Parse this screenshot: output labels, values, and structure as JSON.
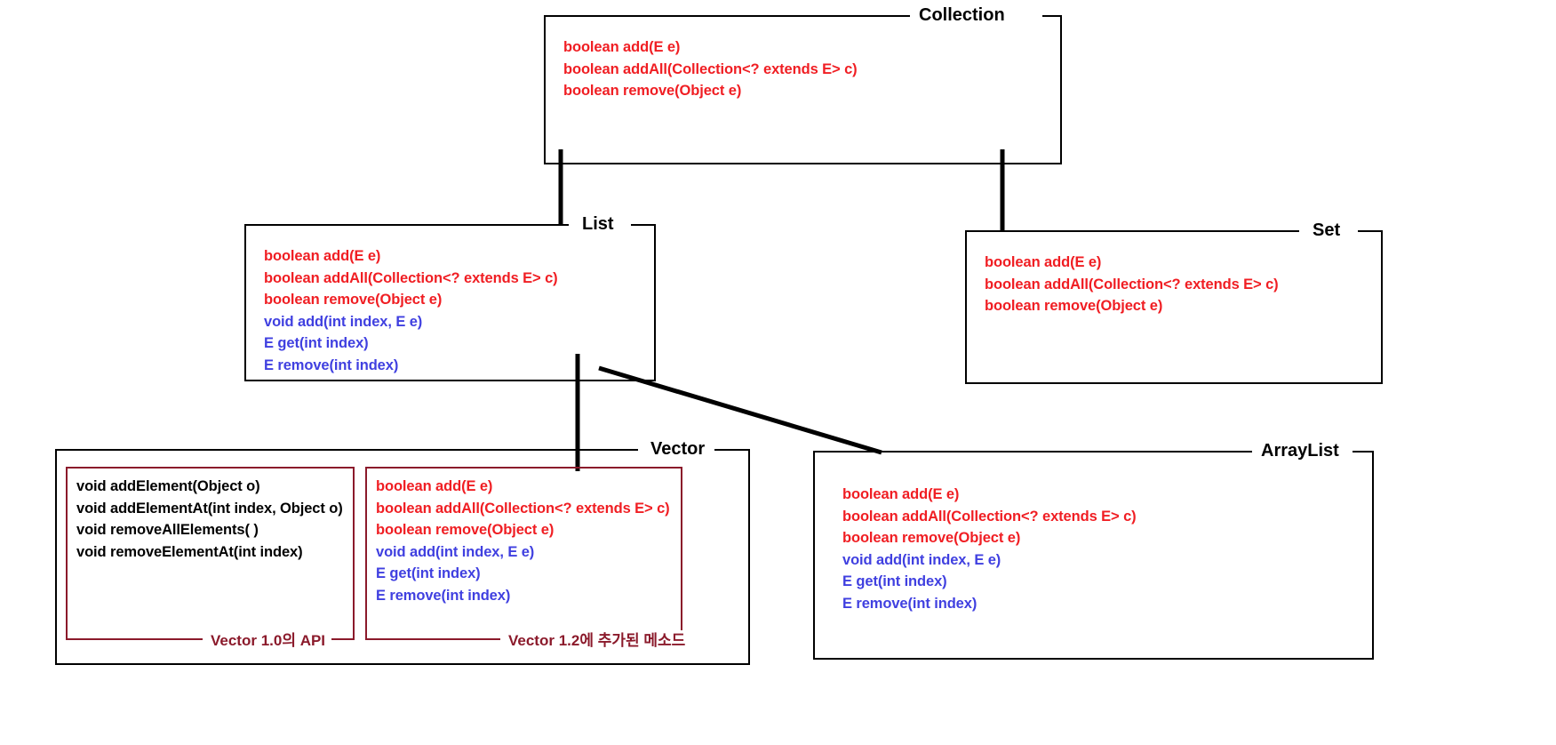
{
  "diagram": {
    "title": "Java Collection Framework hierarchy",
    "colors": {
      "interface_method": "#f01e23",
      "list_method": "#4040e0",
      "legacy_method": "#000000",
      "box_border": "#000000",
      "inner_box_border": "#8b1a2b",
      "background": "#ffffff"
    },
    "boxes": [
      {
        "id": "collection",
        "title": "Collection",
        "methods": [
          {
            "text": "boolean add(E e)",
            "color": "red"
          },
          {
            "text": "boolean addAll(Collection<? extends E> c)",
            "color": "red"
          },
          {
            "text": "boolean remove(Object e)",
            "color": "red"
          }
        ]
      },
      {
        "id": "list",
        "title": "List",
        "methods": [
          {
            "text": "boolean add(E e)",
            "color": "red"
          },
          {
            "text": "boolean addAll(Collection<? extends E> c)",
            "color": "red"
          },
          {
            "text": "boolean remove(Object e)",
            "color": "red"
          },
          {
            "text": "void add(int index, E e)",
            "color": "blue"
          },
          {
            "text": "E get(int index)",
            "color": "blue"
          },
          {
            "text": "E remove(int index)",
            "color": "blue"
          }
        ]
      },
      {
        "id": "set",
        "title": "Set",
        "methods": [
          {
            "text": "boolean add(E e)",
            "color": "red"
          },
          {
            "text": "boolean addAll(Collection<? extends E> c)",
            "color": "red"
          },
          {
            "text": "boolean remove(Object e)",
            "color": "red"
          }
        ]
      },
      {
        "id": "vector",
        "title": "Vector",
        "inner_boxes": [
          {
            "id": "vector-1-0",
            "caption": "Vector 1.0의 API",
            "methods": [
              {
                "text": "void addElement(Object o)",
                "color": "black"
              },
              {
                "text": "void addElementAt(int index, Object o)",
                "color": "black"
              },
              {
                "text": "void removeAllElements( )",
                "color": "black"
              },
              {
                "text": "void removeElementAt(int index)",
                "color": "black"
              }
            ]
          },
          {
            "id": "vector-1-2",
            "caption": "Vector 1.2에 추가된 메소드",
            "methods": [
              {
                "text": "boolean add(E e)",
                "color": "red"
              },
              {
                "text": "boolean addAll(Collection<? extends E> c)",
                "color": "red"
              },
              {
                "text": "boolean remove(Object e)",
                "color": "red"
              },
              {
                "text": "void add(int index, E e)",
                "color": "blue"
              },
              {
                "text": "E get(int index)",
                "color": "blue"
              },
              {
                "text": "E remove(int index)",
                "color": "blue"
              }
            ]
          }
        ]
      },
      {
        "id": "arraylist",
        "title": "ArrayList",
        "methods": [
          {
            "text": "boolean add(E e)",
            "color": "red"
          },
          {
            "text": "boolean addAll(Collection<? extends E> c)",
            "color": "red"
          },
          {
            "text": "boolean remove(Object e)",
            "color": "red"
          },
          {
            "text": "void add(int index, E e)",
            "color": "blue"
          },
          {
            "text": "E get(int index)",
            "color": "blue"
          },
          {
            "text": "E remove(int index)",
            "color": "blue"
          }
        ]
      }
    ],
    "connectors": [
      {
        "id": "collection-to-list",
        "from": "collection",
        "to": "list",
        "kind": "vertical"
      },
      {
        "id": "collection-to-set",
        "from": "collection",
        "to": "set",
        "kind": "vertical"
      },
      {
        "id": "list-to-vector",
        "from": "list",
        "to": "vector",
        "kind": "vertical"
      },
      {
        "id": "list-to-arraylist",
        "from": "list",
        "to": "arraylist",
        "kind": "diagonal"
      }
    ]
  }
}
